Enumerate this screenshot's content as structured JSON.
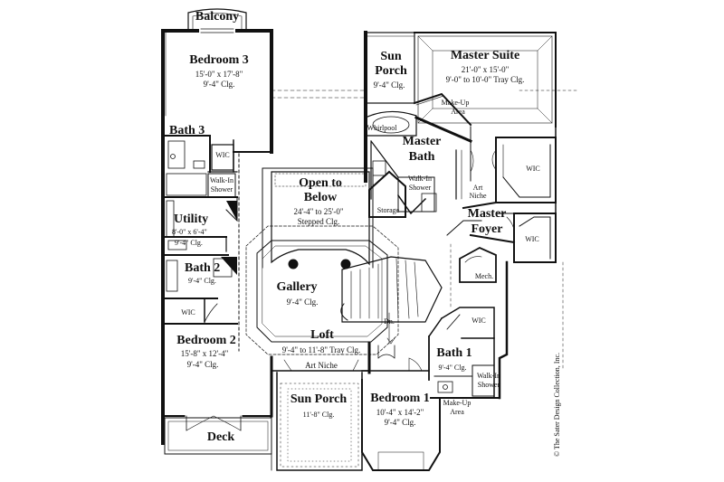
{
  "rooms": {
    "balcony": {
      "name": "Balcony"
    },
    "bedroom3": {
      "name": "Bedroom 3",
      "size": "15'-0\" x 17'-8\"",
      "ceiling": "9'-4\" Clg."
    },
    "bath3": {
      "name": "Bath 3"
    },
    "wic_bath3": {
      "name": "WIC"
    },
    "walkin_shower_left": {
      "line1": "Walk-In",
      "line2": "Shower"
    },
    "utility": {
      "name": "Utility",
      "size": "8'-0\" x 6'-4\"",
      "ceiling": "9'-4\" Clg."
    },
    "bath2": {
      "name": "Bath 2",
      "ceiling": "9'-4\" Clg."
    },
    "wic_bed2": {
      "name": "WIC"
    },
    "bedroom2": {
      "name": "Bedroom 2",
      "size": "15'-8\" x 12'-4\"",
      "ceiling": "9'-4\" Clg."
    },
    "deck": {
      "name": "Deck"
    },
    "open_to_below": {
      "line1": "Open to",
      "line2": "Below",
      "size": "24'-4\" to 25'-0\"",
      "ceiling": "Stepped Clg."
    },
    "gallery": {
      "name": "Gallery",
      "ceiling": "9'-4\" Clg."
    },
    "loft": {
      "name": "Loft",
      "ceiling": "9'-4\" to 11'-8\" Tray Clg."
    },
    "art_niche_lower": {
      "name": "Art Niche"
    },
    "sun_porch_lower": {
      "name": "Sun Porch",
      "size": "11'-8\" Clg."
    },
    "bedroom1": {
      "name": "Bedroom 1",
      "size": "10'-4\" x 14'-2\"",
      "ceiling": "9'-4\" Clg."
    },
    "sun_porch_upper": {
      "line1": "Sun",
      "line2": "Porch",
      "ceiling": "9'-4\" Clg."
    },
    "master_suite": {
      "name": "Master Suite",
      "size": "21'-0\" x 15'-0\"",
      "ceiling": "9'-0\" to 10'-0\" Tray Clg."
    },
    "makeup_upper": {
      "line1": "Make-Up",
      "line2": "Area"
    },
    "whirlpool": {
      "name": "Whirlpool"
    },
    "master_bath": {
      "line1": "Master",
      "line2": "Bath"
    },
    "walkin_shower_master": {
      "line1": "Walk-In",
      "line2": "Shower"
    },
    "storage": {
      "name": "Storage"
    },
    "art_niche_upper": {
      "line1": "Art",
      "line2": "Niche"
    },
    "wic_master1": {
      "name": "WIC"
    },
    "wic_master2": {
      "name": "WIC"
    },
    "master_foyer": {
      "line1": "Master",
      "line2": "Foyer"
    },
    "mech": {
      "name": "Mech."
    },
    "down": {
      "name": "Dn."
    },
    "wic_bath1": {
      "name": "WIC"
    },
    "bath1": {
      "name": "Bath 1",
      "ceiling": "9'-4\" Clg."
    },
    "walkin_shower_bath1": {
      "line1": "Walk-In",
      "line2": "Shower"
    },
    "makeup_lower": {
      "line1": "Make-Up",
      "line2": "Area"
    }
  },
  "copyright": "© The Sater Design Collection, Inc."
}
